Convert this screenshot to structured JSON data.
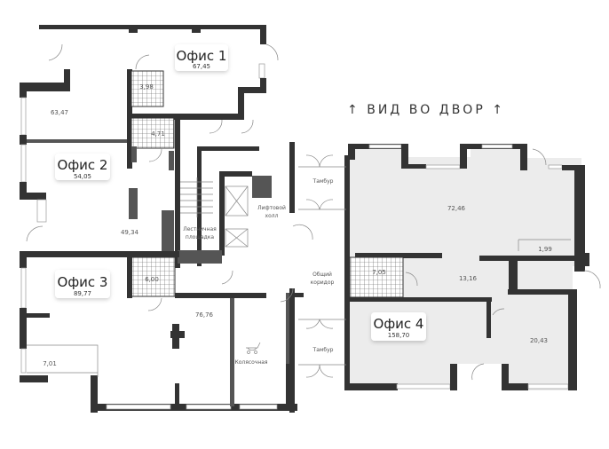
{
  "plan": {
    "view_label": "↑ ВИД ВО ДВОР ↑",
    "offices": [
      {
        "title": "Офис 1",
        "area": "67,45"
      },
      {
        "title": "Офис 2",
        "area": "54,05"
      },
      {
        "title": "Офис 3",
        "area": "89,77"
      },
      {
        "title": "Офис 4",
        "area": "158,70"
      }
    ],
    "room_areas": {
      "r1": "3,98",
      "r2": "4,71",
      "r3": "63,47",
      "r4": "49,34",
      "r5": "6,00",
      "r6": "76,76",
      "r7": "7,01",
      "r8": "72,46",
      "r9": "1,99",
      "r10": "7,05",
      "r11": "13,16",
      "r12": "20,43"
    },
    "rooms": {
      "stair_1": "Лестничная",
      "stair_2": "площадка",
      "lift_1": "Лифтовой",
      "lift_2": "холл",
      "stroller": "Колясочная",
      "vestibule_top": "Тамбур",
      "corridor_1": "Общий",
      "corridor_2": "коридор",
      "vestibule_bottom": "Тамбур"
    },
    "colors": {
      "wall": "#333333",
      "office4_fill": "#ececec"
    }
  }
}
